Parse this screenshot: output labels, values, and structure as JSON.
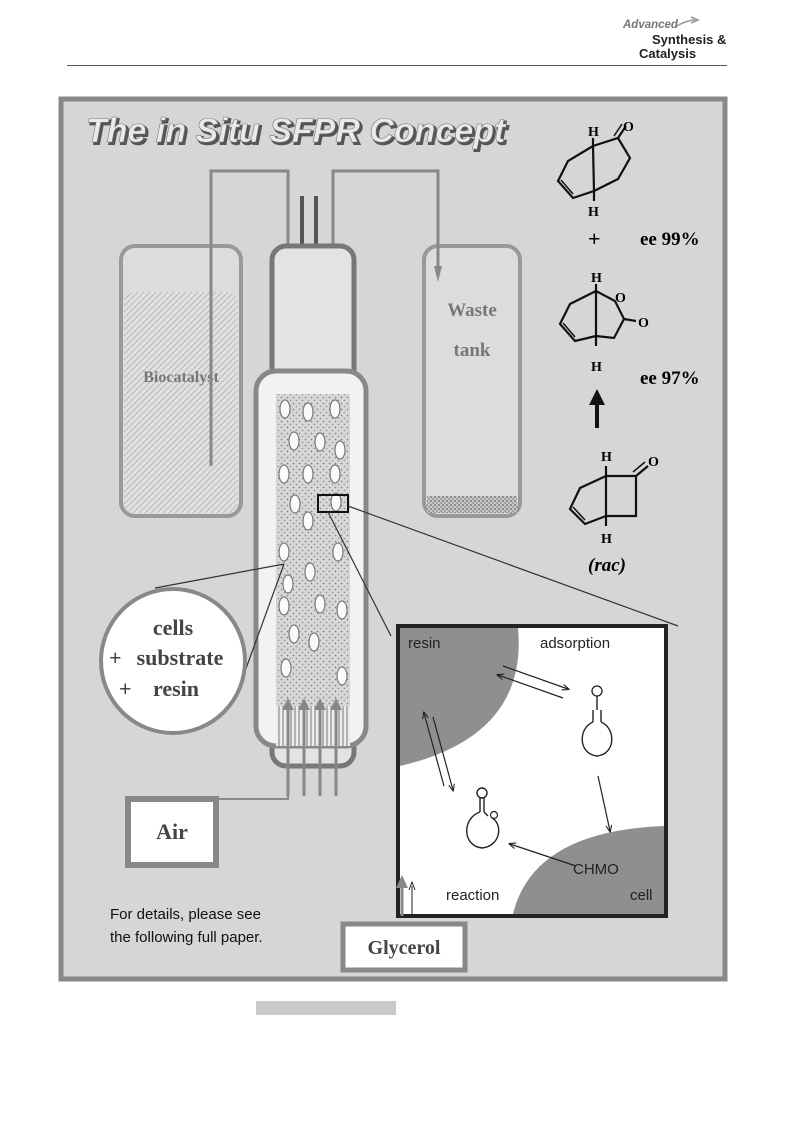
{
  "header": {
    "logo": {
      "line1": "Advanced",
      "line2": "Synthesis &",
      "line3": "Catalysis"
    }
  },
  "figure": {
    "title": "The in Situ SFPR Concept",
    "vessels": {
      "biocatalyst": "Biocatalyst",
      "waste_line1": "Waste",
      "waste_line2": "tank",
      "air": "Air",
      "glycerol": "Glycerol"
    },
    "bubble": {
      "line1": "cells",
      "line2": "substrate",
      "line3": "resin",
      "plus": "+"
    },
    "inset": {
      "resin": "resin",
      "adsorption": "adsorption",
      "chmo": "CHMO",
      "reaction": "reaction",
      "cell": "cell"
    },
    "chemistry": {
      "h": "H",
      "o": "O",
      "plus": "+",
      "ee1": "ee 99%",
      "ee2": "ee 97%",
      "rac": "(rac)"
    },
    "note_line1": "For details, please see",
    "note_line2": "the following full paper."
  }
}
